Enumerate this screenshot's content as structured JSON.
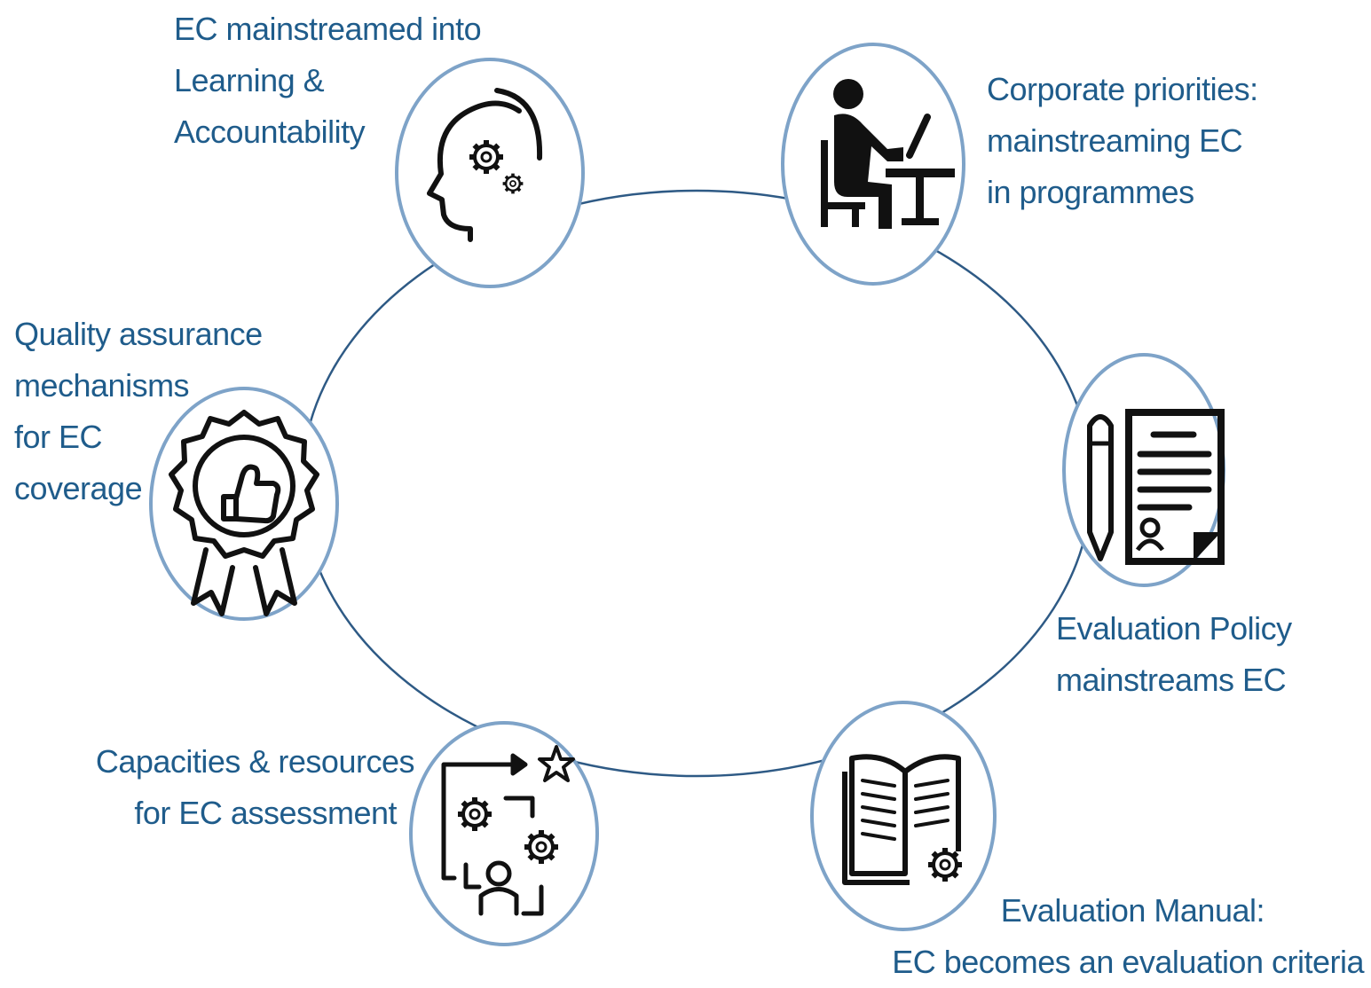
{
  "colors": {
    "label_text": "#1f5c8b",
    "cycle_ellipse": "#2e5a85",
    "node_ring": "#7ea3c8",
    "icon_stroke": "#111111"
  },
  "nodes": [
    {
      "id": "learning",
      "icon": "head-gears-icon",
      "label": [
        "EC mainstreamed into",
        "Learning &",
        "Accountability"
      ]
    },
    {
      "id": "corporate",
      "icon": "person-at-desk-icon",
      "label": [
        "Corporate priorities:",
        "mainstreaming EC",
        "in programmes"
      ]
    },
    {
      "id": "policy",
      "icon": "document-pencil-icon",
      "label": [
        "Evaluation Policy",
        "mainstreams EC"
      ]
    },
    {
      "id": "manual",
      "icon": "book-gear-icon",
      "label": [
        "Evaluation Manual:",
        "EC becomes an evaluation criteria"
      ]
    },
    {
      "id": "capacities",
      "icon": "gears-person-process-icon",
      "label": [
        "Capacities & resources",
        "for EC assessment"
      ]
    },
    {
      "id": "quality",
      "icon": "badge-thumbs-up-icon",
      "label": [
        "Quality assurance",
        "mechanisms",
        "for EC",
        "coverage"
      ]
    }
  ]
}
